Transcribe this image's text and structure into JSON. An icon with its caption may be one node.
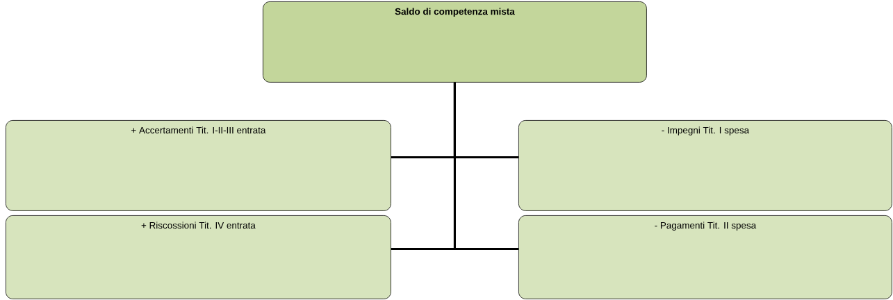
{
  "diagram": {
    "nodes": [
      {
        "text": [
          "Saldo di competenza mista"
        ]
      },
      {
        "text": [
          "+ Accertamenti Tit. I-II-III entrata"
        ]
      },
      {
        "text": [
          "- Impegni Tit. I spesa"
        ]
      },
      {
        "text": [
          "+ Riscossioni Tit. IV entrata"
        ]
      },
      {
        "text": [
          "- Pagamenti Tit. II spesa"
        ]
      }
    ],
    "edges": [
      {
        "from": 0,
        "to": 1,
        "arrow": "none"
      },
      {
        "from": 0,
        "to": 2,
        "arrow": "none"
      },
      {
        "from": 0,
        "to": 3,
        "arrow": "none"
      },
      {
        "from": 0,
        "to": 4,
        "arrow": "none"
      }
    ]
  }
}
